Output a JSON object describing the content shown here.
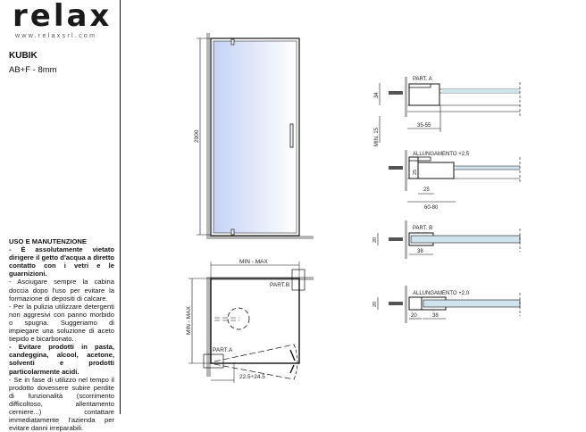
{
  "brand": {
    "logo_text": "relax",
    "website": "www.relaxsrl.com"
  },
  "product": {
    "model": "KUBIK",
    "variant": "AB+F - 8mm"
  },
  "usage": {
    "title": "USO E MANUTENZIONE",
    "paragraphs": [
      {
        "bold": true,
        "text": "- È assolutamente vietato dirigere il getto d'acqua a diretto contatto con i vetri e le guarnizioni."
      },
      {
        "bold": false,
        "text": "- Asciugare sempre la cabina doccia dopo l'uso per evitare la formazione di depositi di calcare."
      },
      {
        "bold": false,
        "text": "- Per la pulizia utilizzare detergenti non aggresivi con panno morbido o spugna. Suggeriamo di impiegare una soluzione di aceto tiepido e bicarbonato."
      },
      {
        "bold": true,
        "text": "- Evitare prodotti in pasta, candeggina, alcool, acetone, solventi e prodotti particolarmente acidi."
      },
      {
        "bold": false,
        "text": "- Se in fase di utilizzo nel tempo il prodotto dovessere subire perdite di funzionalità (scorrimento difficoltoso, allentamento cerniere...) contattare immediatamente l'azienda per evitare danni irreparabili."
      }
    ]
  },
  "elevation": {
    "height_label": "2000"
  },
  "plan": {
    "width_label": "MIN - MAX",
    "depth_label": "MIN - MAX",
    "part_a": "PART.A",
    "part_b": "PART.B",
    "swing_label": "22.5÷24.5"
  },
  "details": {
    "part_a": {
      "title": "PART. A",
      "dim_height": "34",
      "dim_min": "MIN. 15",
      "dim_width": "35-55"
    },
    "ext_a": {
      "title": "ALLUNGAMENTO +2,5",
      "dim_height": "25",
      "dim_inner": "25",
      "dim_width": "60-80"
    },
    "part_b": {
      "title": "PART. B",
      "dim_height": "20",
      "dim_width": "38"
    },
    "ext_b": {
      "title": "ALLUNGAMENTO +2,0",
      "dim_height": "20",
      "dim_ext": "20",
      "dim_width": "38"
    }
  },
  "colors": {
    "glass": "#c9d6f5",
    "wall": "#b5b5b5",
    "line": "#111111"
  }
}
